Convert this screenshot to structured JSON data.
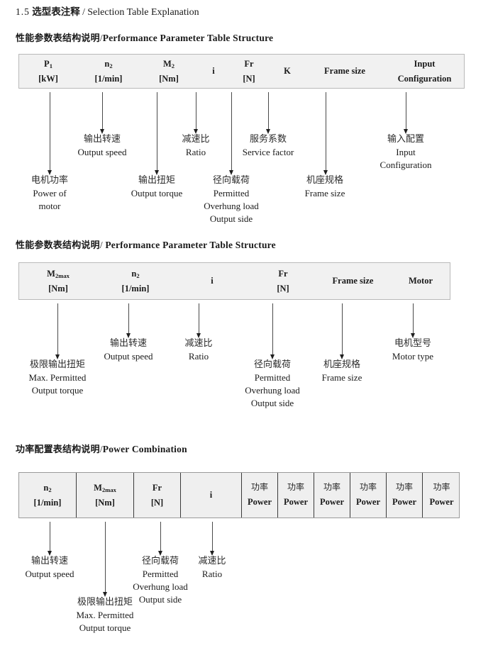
{
  "document": {
    "section_number": "1.5",
    "title_cn": "选型表注释",
    "separator": "/",
    "title_en": "Selection Table Explanation"
  },
  "sections": [
    {
      "heading": {
        "cn": "性能参数表结构说明",
        "sep": "/",
        "en": "Performance Parameter Table Structure"
      },
      "table": {
        "columns": [
          {
            "line1": "P",
            "sub1": "1",
            "line2": "[kW]"
          },
          {
            "line1": "n",
            "sub1": "2",
            "line2": "[1/min]"
          },
          {
            "line1": "M",
            "sub1": "2",
            "line2": "[Nm]"
          },
          {
            "line1": "i",
            "sub1": "",
            "line2": ""
          },
          {
            "line1": "Fr",
            "sub1": "",
            "line2": "[N]"
          },
          {
            "line1": "K",
            "sub1": "",
            "line2": ""
          },
          {
            "line1": "Frame size",
            "sub1": "",
            "line2": ""
          },
          {
            "line1": "Input",
            "sub1": "",
            "line2": "Configuration"
          }
        ]
      },
      "annotations": [
        {
          "cn": "电机功率",
          "en": [
            "Power of",
            "motor"
          ]
        },
        {
          "cn": "输出转速",
          "en": [
            "Output speed"
          ]
        },
        {
          "cn": "输出扭矩",
          "en": [
            "Output torque"
          ]
        },
        {
          "cn": "减速比",
          "en": [
            "Ratio"
          ]
        },
        {
          "cn": "径向载荷",
          "en": [
            "Permitted",
            "Overhung load",
            "Output side"
          ]
        },
        {
          "cn": "服务系数",
          "en": [
            "Service factor"
          ]
        },
        {
          "cn": "机座规格",
          "en": [
            "Frame size"
          ]
        },
        {
          "cn": "输入配置",
          "en": [
            "Input",
            "Configuration"
          ]
        }
      ]
    },
    {
      "heading": {
        "cn": "性能参数表结构说明",
        "sep": "/",
        "en": "Performance Parameter Table Structure"
      },
      "table": {
        "columns": [
          {
            "line1": "M",
            "sub1": "2max",
            "line2": "[Nm]"
          },
          {
            "line1": "n",
            "sub1": "2",
            "line2": "[1/min]"
          },
          {
            "line1": "i",
            "sub1": "",
            "line2": ""
          },
          {
            "line1": "Fr",
            "sub1": "",
            "line2": "[N]"
          },
          {
            "line1": "Frame size",
            "sub1": "",
            "line2": ""
          },
          {
            "line1": "Motor",
            "sub1": "",
            "line2": ""
          }
        ]
      },
      "annotations": [
        {
          "cn": "极限输出扭矩",
          "en": [
            "Max. Permitted",
            "Output  torque"
          ]
        },
        {
          "cn": "输出转速",
          "en": [
            "Output speed"
          ]
        },
        {
          "cn": "减速比",
          "en": [
            "Ratio"
          ]
        },
        {
          "cn": "径向载荷",
          "en": [
            "Permitted",
            "Overhung load",
            "Output side"
          ]
        },
        {
          "cn": "机座规格",
          "en": [
            "Frame size"
          ]
        },
        {
          "cn": "电机型号",
          "en": [
            "Motor type"
          ]
        }
      ]
    },
    {
      "heading": {
        "cn": "功率配置表结构说明",
        "sep": "/",
        "en": "Power Combination"
      },
      "table": {
        "columns": [
          {
            "line1": "n",
            "sub1": "2",
            "line2": "[1/min]"
          },
          {
            "line1": "M",
            "sub1": "2max",
            "line2": "[Nm]"
          },
          {
            "line1": "Fr",
            "sub1": "",
            "line2": "[N]"
          },
          {
            "line1": "i",
            "sub1": "",
            "line2": ""
          },
          {
            "line1_cn": "功率",
            "line2": "Power"
          },
          {
            "line1_cn": "功率",
            "line2": "Power"
          },
          {
            "line1_cn": "功率",
            "line2": "Power"
          },
          {
            "line1_cn": "功率",
            "line2": "Power"
          },
          {
            "line1_cn": "功率",
            "line2": "Power"
          },
          {
            "line1_cn": "功率",
            "line2": "Power"
          }
        ]
      },
      "annotations": [
        {
          "cn": "输出转速",
          "en": [
            "Output speed"
          ]
        },
        {
          "cn": "极限输出扭矩",
          "en": [
            "Max. Permitted",
            "Output  torque"
          ]
        },
        {
          "cn": "径向载荷",
          "en": [
            "Permitted",
            "Overhung load",
            "Output side"
          ]
        },
        {
          "cn": "减速比",
          "en": [
            "Ratio"
          ]
        }
      ]
    }
  ],
  "colors": {
    "table_fill": "#f1f1f1",
    "table_border": "#b9b9b9",
    "grid_border": "#3a3a3a",
    "arrow": "#1f1f1f",
    "text": "#1a1a1a"
  }
}
